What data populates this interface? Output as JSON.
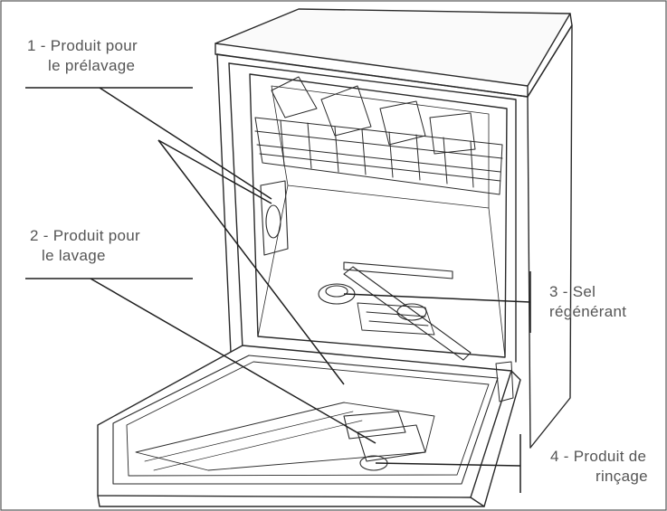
{
  "callouts": [
    {
      "number": "1",
      "line1": "1 - Produit pour",
      "line2": "le prélavage"
    },
    {
      "number": "2",
      "line1": "2 - Produit pour",
      "line2": "le lavage"
    },
    {
      "number": "3",
      "line1": "3 - Sel",
      "line2": "régénérant"
    },
    {
      "number": "4",
      "line1": "4 - Produit de",
      "line2": "rinçage"
    }
  ],
  "colors": {
    "line": "#2a2a2a",
    "text": "#555555",
    "background": "#ffffff"
  }
}
